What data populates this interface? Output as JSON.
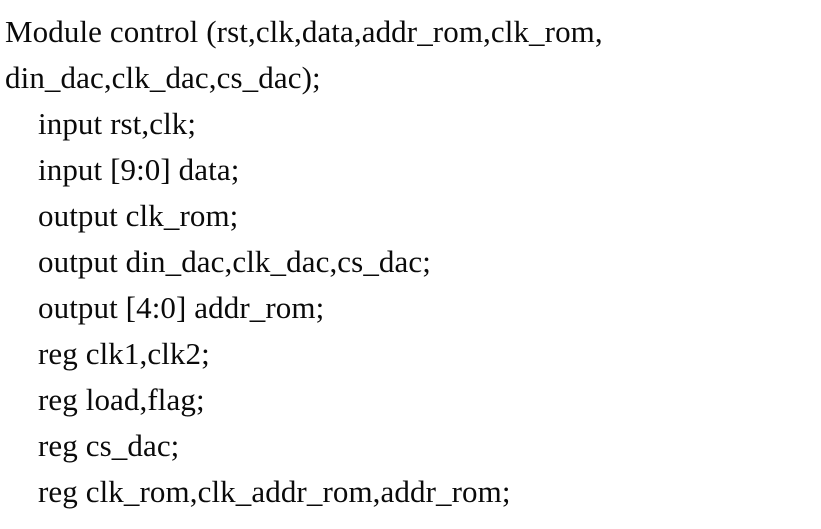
{
  "document": {
    "kind": "scanned-code-listing",
    "language": "Verilog",
    "background_color": "#ffffff",
    "text_color": "#0a0a0a",
    "lines": [
      {
        "text": "Module control (rst,clk,data,addr_rom,clk_rom,",
        "indent": 0
      },
      {
        "text": "din_dac,clk_dac,cs_dac);",
        "indent": 0
      },
      {
        "text": "input rst,clk;",
        "indent": 1
      },
      {
        "text": "input [9:0] data;",
        "indent": 1
      },
      {
        "text": "output clk_rom;",
        "indent": 1
      },
      {
        "text": "output din_dac,clk_dac,cs_dac;",
        "indent": 1
      },
      {
        "text": "output [4:0] addr_rom;",
        "indent": 1
      },
      {
        "text": "reg clk1,clk2;",
        "indent": 1
      },
      {
        "text": "reg load,flag;",
        "indent": 1
      },
      {
        "text": "reg cs_dac;",
        "indent": 1
      },
      {
        "text": "reg clk_rom,clk_addr_rom,addr_rom;",
        "indent": 1
      }
    ]
  }
}
